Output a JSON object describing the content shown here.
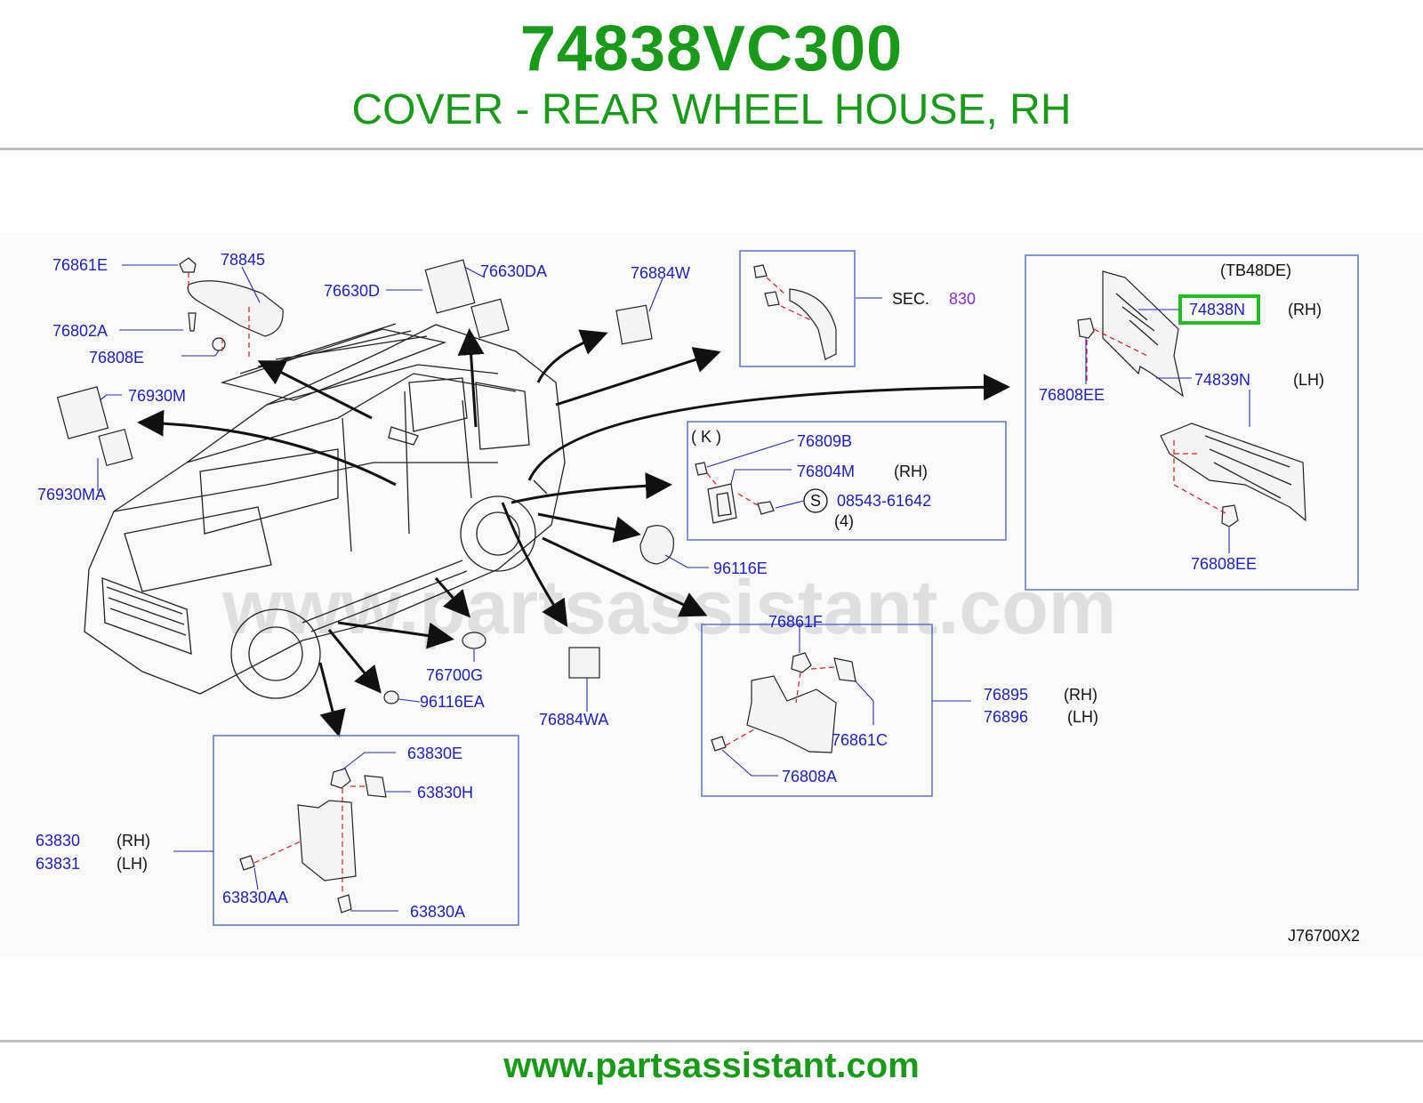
{
  "header": {
    "part_number": "74838VC300",
    "description": "COVER - REAR WHEEL HOUSE, RH"
  },
  "footer": {
    "url": "www.partsassistant.com"
  },
  "watermark": "www.partsassistant.com",
  "diagram_code": "J76700X2",
  "highlight_color": "#22bb22",
  "labels": {
    "p76861E": "76861E",
    "p78845": "78845",
    "p76630D": "76630D",
    "p76630DA": "76630DA",
    "p76884W": "76884W",
    "p76802A": "76802A",
    "p76808E": "76808E",
    "p76930M": "76930M",
    "p76930MA": "76930MA",
    "sec": "SEC.",
    "sec_num": "830",
    "tb48de": "(TB48DE)",
    "p74838N": "74838N",
    "rh1": "(RH)",
    "p76808EE_a": "76808EE",
    "p74839N": "74839N",
    "lh1": "(LH)",
    "p76808EE_b": "76808EE",
    "k": "( K )",
    "p76809B": "76809B",
    "p76804M": "76804M",
    "rh2": "(RH)",
    "s": "S",
    "p08543": "08543-61642",
    "qty4": "(4)",
    "p96116E": "96116E",
    "p76700G": "76700G",
    "p96116EA": "96116EA",
    "p76884WA": "76884WA",
    "p76861F": "76861F",
    "p76861C": "76861C",
    "p76808A": "76808A",
    "p76895": "76895",
    "rh3": "(RH)",
    "p76896": "76896",
    "lh3": "(LH)",
    "p63830E": "63830E",
    "p63830H": "63830H",
    "p63830": "63830",
    "rh4": "(RH)",
    "p63831": "63831",
    "lh4": "(LH)",
    "p63830AA": "63830AA",
    "p63830A": "63830A"
  }
}
